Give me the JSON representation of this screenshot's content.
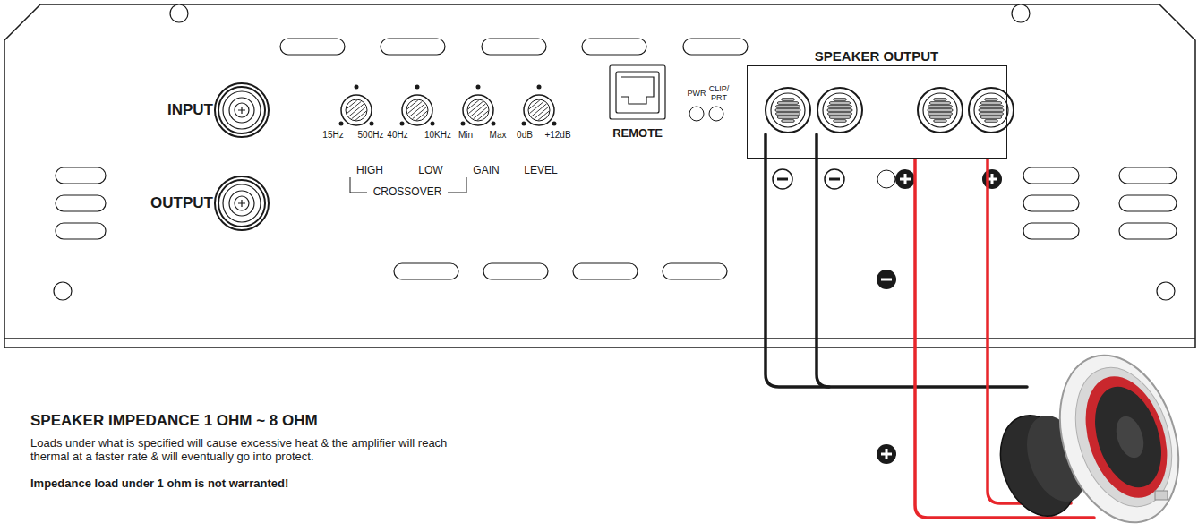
{
  "diagram": {
    "nodes": [
      {
        "text": [
          "SPEAKER OUTPUT"
        ]
      }
    ],
    "labels": [
      "INPUT",
      "OUTPUT",
      "15Hz",
      "500Hz",
      "40Hz",
      "10KHz",
      "Min",
      "Max",
      "0dB",
      "+12dB",
      "HIGH",
      "LOW",
      "GAIN",
      "LEVEL",
      "CROSSOVER",
      "REMOTE",
      "PWR",
      "CLIP/ PRT",
      "SPEAKER IMPEDANCE 1 OHM ~ 8 OHM",
      "Loads under what is specified will cause excessive heat & the amplifier will reach thermal at a faster rate & will eventually go into protect.",
      "Impedance load under 1 ohm is not warranted!"
    ]
  }
}
